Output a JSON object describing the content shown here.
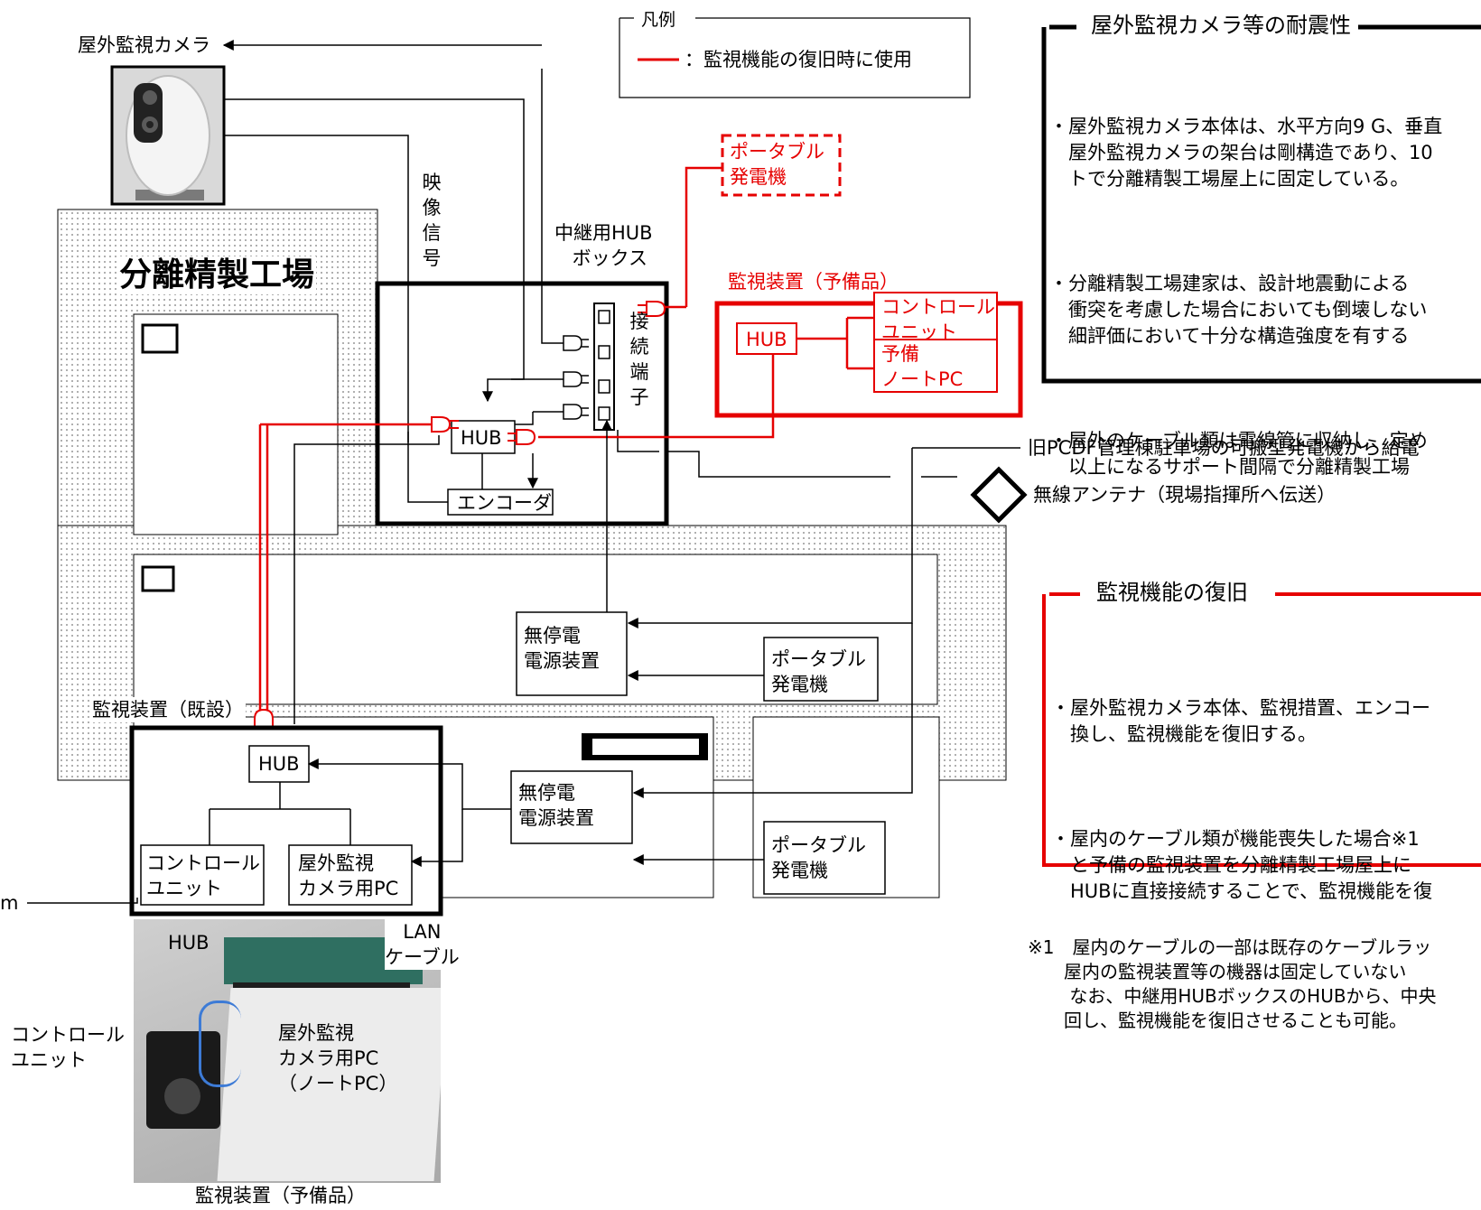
{
  "colors": {
    "accent_red": "#e60000",
    "line_black": "#000000",
    "dots": "#777777"
  },
  "camera": {
    "label": "屋外監視カメラ"
  },
  "legend": {
    "title": "凡例",
    "text": "：監視機能の復旧時に使用"
  },
  "building": {
    "label": "分離精製工場"
  },
  "video_signal": [
    "映",
    "像",
    "信",
    "号"
  ],
  "relay_box": {
    "label_line1": "中継用HUB",
    "label_line2": "ボックス",
    "terminal": [
      "接",
      "続",
      "端",
      "子"
    ],
    "hub": "HUB",
    "encoder": "エンコーダ"
  },
  "portable_gen_red": {
    "line1": "ポータブル",
    "line2": "発電機"
  },
  "spare_monitor": {
    "title": "監視装置（予備品）",
    "hub": "HUB",
    "control_line1": "コントロール",
    "control_line2": "ユニット",
    "pc_line1": "予備",
    "pc_line2": "ノートPC"
  },
  "ups_upper": {
    "line1": "無停電",
    "line2": "電源装置"
  },
  "portable_upper": {
    "line1": "ポータブル",
    "line2": "発電機"
  },
  "existing_monitor": {
    "title": "監視装置（既設）",
    "hub": "HUB",
    "control_line1": "コントロール",
    "control_line2": "ユニット",
    "pc_line1": "屋外監視",
    "pc_line2": "カメラ用PC"
  },
  "ups_lower": {
    "line1": "無停電",
    "line2": "電源装置"
  },
  "portable_lower": {
    "line1": "ポータブル",
    "line2": "発電機"
  },
  "power_feed": "旧PCDF管理棟駐車場の可搬型発電機から給電",
  "antenna": "無線アンテナ（現場指揮所へ伝送）",
  "photo": {
    "hub": "HUB",
    "lan_line1": "LAN",
    "lan_line2": "ケーブル",
    "control_line1": "コントロール",
    "control_line2": "ユニット",
    "pc_line1": "屋外監視",
    "pc_line2": "カメラ用PC",
    "pc_line3": "（ノートPC）",
    "caption": "監視装置（予備品）"
  },
  "stub_m": "m",
  "seismic": {
    "title": "屋外監視カメラ等の耐震性",
    "lines": [
      "・屋外監視カメラ本体は、水平方向9 G、垂直",
      "　屋外監視カメラの架台は剛構造であり、10",
      "　トで分離精製工場屋上に固定している。",
      "",
      "・分離精製工場建家は、設計地震動による",
      "　衝突を考慮した場合においても倒壊しない",
      "　細評価において十分な構造強度を有する",
      "",
      "・屋外のケーブル類は電線管に収納し、定め",
      "　以上になるサポート間隔で分離精製工場"
    ]
  },
  "recovery": {
    "title": "監視機能の復旧",
    "lines": [
      "・屋外監視カメラ本体、監視措置、エンコー",
      "　換し、監視機能を復旧する。",
      "",
      "・屋内のケーブル類が機能喪失した場合※1",
      "　と予備の監視装置を分離精製工場屋上に",
      "　HUBに直接接続することで、監視機能を復"
    ]
  },
  "footnote": {
    "lines": [
      "※1　屋内のケーブルの一部は既存のケーブルラッ",
      "　　屋内の監視装置等の機器は固定していない",
      "　　 なお、中継用HUBボックスのHUBから、中央",
      "　　回し、監視機能を復旧させることも可能。"
    ]
  }
}
